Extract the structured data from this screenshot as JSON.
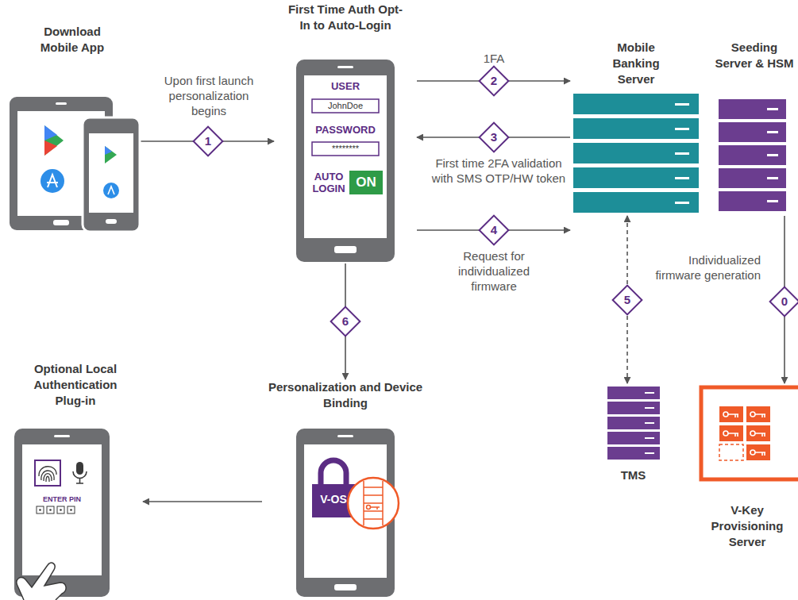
{
  "diagram": {
    "nodes": [
      {
        "text": [
          "Download Mobile App"
        ]
      },
      {
        "text": [
          "First Time Auth Opt-In to Auto-Login",
          "USER",
          "JohnDoe",
          "PASSWORD",
          "********",
          "AUTO LOGIN",
          "ON"
        ]
      },
      {
        "text": [
          "Mobile Banking Server"
        ]
      },
      {
        "text": [
          "Seeding Server & HSM"
        ]
      },
      {
        "text": [
          "TMS"
        ]
      },
      {
        "text": [
          "V-Key Provisioning Server"
        ]
      },
      {
        "text": [
          "Personalization and Device Binding",
          "V-OS"
        ]
      },
      {
        "text": [
          "Optional Local Authentication Plug-in",
          "ENTER PIN"
        ]
      }
    ],
    "edges": [
      {
        "from": 0,
        "to": 1,
        "arrow": "to",
        "label": "Upon first launch personalization begins"
      },
      {
        "from": 1,
        "to": 2,
        "arrow": "to",
        "label": "1FA"
      },
      {
        "from": 2,
        "to": 1,
        "arrow": "to",
        "label": "First time 2FA validation with SMS OTP/HW token"
      },
      {
        "from": 1,
        "to": 2,
        "arrow": "to",
        "label": "Request for individualized firmware"
      },
      {
        "from": 2,
        "to": 4,
        "arrow": "both"
      },
      {
        "from": 3,
        "to": 5,
        "arrow": "to",
        "label": "Individualized firmware generation"
      },
      {
        "from": 1,
        "to": 6,
        "arrow": "to"
      },
      {
        "from": 6,
        "to": 7,
        "arrow": "to"
      }
    ],
    "labels": [
      "1",
      "2",
      "3",
      "4",
      "5",
      "6",
      "0"
    ]
  }
}
